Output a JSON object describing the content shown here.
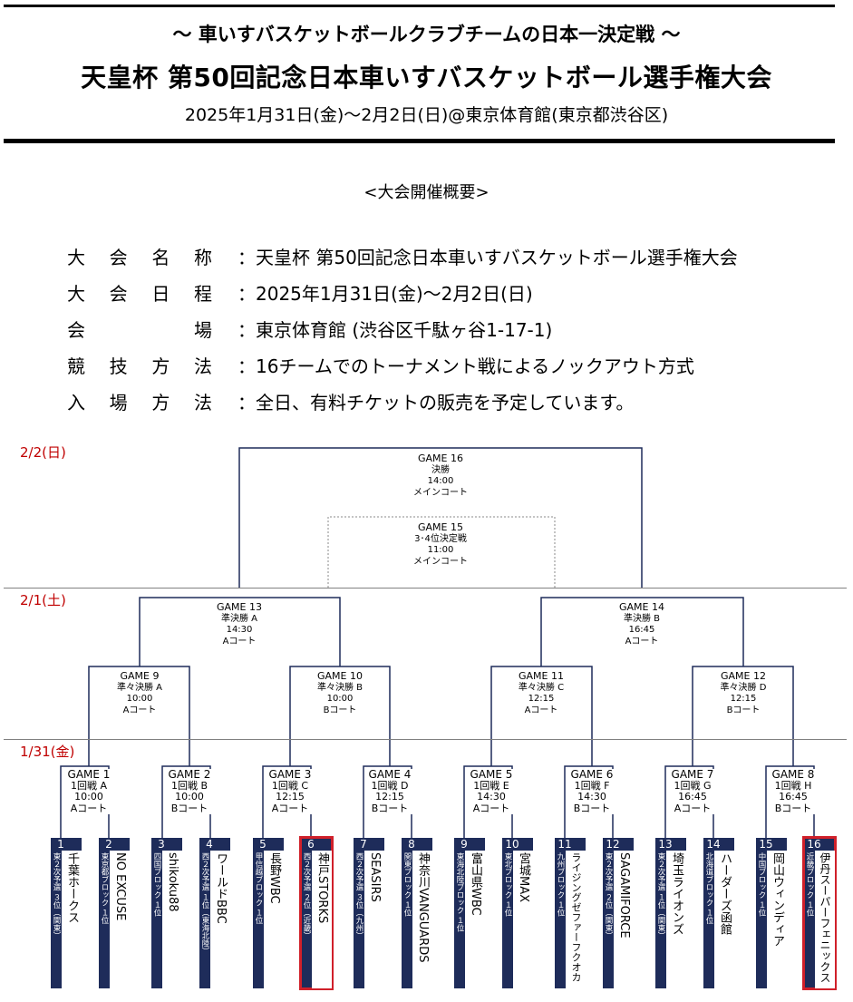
{
  "header": {
    "subtitle": "～ 車いすバスケットボールクラブチームの日本一決定戦 ～",
    "title": "天皇杯  第50回記念日本車いすバスケットボール選手権大会",
    "dateline": "2025年1月31日(金)～2月2日(日)@東京体育館(東京都渋谷区)"
  },
  "overview": {
    "heading": "<大会開催概要>",
    "rows": [
      {
        "label": "大会名称",
        "value": "：天皇杯  第50回記念日本車いすバスケットボール選手権大会"
      },
      {
        "label": "大会日程",
        "value": "：2025年1月31日(金)～2月2日(日)"
      },
      {
        "label": "会場",
        "value": "：東京体育館 (渋谷区千駄ヶ谷1-17-1)"
      },
      {
        "label": "競技方法",
        "value": "：16チームでのトーナメント戦によるノックアウト方式"
      },
      {
        "label": "入場方法",
        "value": "：全日、有料チケットの販売を予定しています。"
      }
    ]
  },
  "days": {
    "d3": "2/2(日)",
    "d2": "2/1(土)",
    "d1": "1/31(金)"
  },
  "games": {
    "g16": {
      "name": "GAME 16",
      "round": "決勝",
      "time": "14:00",
      "court": "メインコート"
    },
    "g15": {
      "name": "GAME 15",
      "round": "3･4位決定戦",
      "time": "11:00",
      "court": "メインコート"
    },
    "g13": {
      "name": "GAME 13",
      "round": "準決勝 A",
      "time": "14:30",
      "court": "Aコート"
    },
    "g14": {
      "name": "GAME 14",
      "round": "準決勝 B",
      "time": "16:45",
      "court": "Aコート"
    },
    "g9": {
      "name": "GAME 9",
      "round": "準々決勝 A",
      "time": "10:00",
      "court": "Aコート"
    },
    "g10": {
      "name": "GAME 10",
      "round": "準々決勝 B",
      "time": "10:00",
      "court": "Bコート"
    },
    "g11": {
      "name": "GAME 11",
      "round": "準々決勝 C",
      "time": "12:15",
      "court": "Aコート"
    },
    "g12": {
      "name": "GAME 12",
      "round": "準々決勝 D",
      "time": "12:15",
      "court": "Bコート"
    },
    "g1": {
      "name": "GAME 1",
      "round": "1回戦 A",
      "time": "10:00",
      "court": "Aコート"
    },
    "g2": {
      "name": "GAME 2",
      "round": "1回戦 B",
      "time": "10:00",
      "court": "Bコート"
    },
    "g3": {
      "name": "GAME 3",
      "round": "1回戦 C",
      "time": "12:15",
      "court": "Aコート"
    },
    "g4": {
      "name": "GAME 4",
      "round": "1回戦 D",
      "time": "12:15",
      "court": "Bコート"
    },
    "g5": {
      "name": "GAME 5",
      "round": "1回戦 E",
      "time": "14:30",
      "court": "Aコート"
    },
    "g6": {
      "name": "GAME 6",
      "round": "1回戦 F",
      "time": "14:30",
      "court": "Bコート"
    },
    "g7": {
      "name": "GAME 7",
      "round": "1回戦 G",
      "time": "16:45",
      "court": "Aコート"
    },
    "g8": {
      "name": "GAME 8",
      "round": "1回戦 H",
      "time": "16:45",
      "court": "Bコート"
    }
  },
  "teams": [
    {
      "num": "1",
      "name": "千葉ホークス",
      "info": "東２次予選 ３位（関東）"
    },
    {
      "num": "2",
      "name": "NO EXCUSE",
      "info": "東京都ブロック １位"
    },
    {
      "num": "3",
      "name": "shikoku88",
      "info": "四国ブロック １位"
    },
    {
      "num": "4",
      "name": "ワールドBBC",
      "info": "西２次予選 １位（東海北陸）"
    },
    {
      "num": "5",
      "name": "長野WBC",
      "info": "甲信越ブロック １位"
    },
    {
      "num": "6",
      "name": "神戸STORKS",
      "info": "西２次予選 ２位（近畿）"
    },
    {
      "num": "7",
      "name": "SEASIRS",
      "info": "西２次予選 ３位（九州）"
    },
    {
      "num": "8",
      "name": "神奈川VANGUARDS",
      "info": "関東ブロック １位"
    },
    {
      "num": "9",
      "name": "富山県WBC",
      "info": "東海北陸ブロック １位"
    },
    {
      "num": "10",
      "name": "宮城MAX",
      "info": "東北ブロック １位"
    },
    {
      "num": "11",
      "name": "ライジングゼファーフクオカ",
      "info": "九州ブロック １位"
    },
    {
      "num": "12",
      "name": "SAGAMIFORCE",
      "info": "東２次予選 ２位（関東）"
    },
    {
      "num": "13",
      "name": "埼玉ライオンズ",
      "info": "東２次予選 １位（関東）"
    },
    {
      "num": "14",
      "name": "ハーダーズ函館",
      "info": "北海道ブロック １位"
    },
    {
      "num": "15",
      "name": "岡山ウィンディア",
      "info": "中国ブロック １位"
    },
    {
      "num": "16",
      "name": "伊丹スーパーフェニックス",
      "info": "近畿ブロック １位"
    }
  ],
  "colors": {
    "team_navy": "#1e2c5a",
    "highlight_red": "#d0202a",
    "day_red": "#c00000"
  }
}
